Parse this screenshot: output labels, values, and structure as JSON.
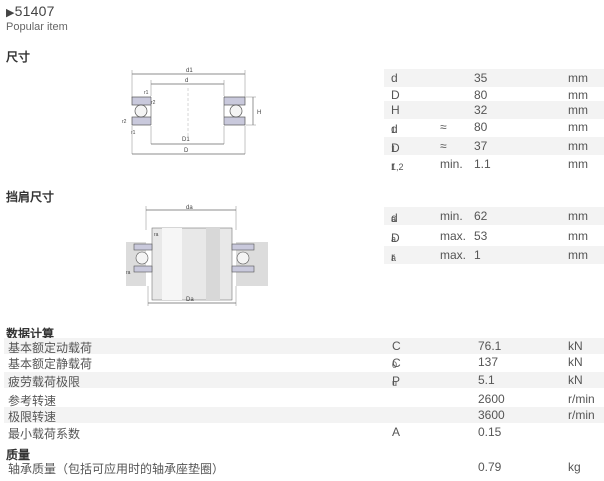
{
  "header": {
    "title": "51407",
    "subtitle": "Popular item"
  },
  "dimensions": {
    "heading": "尺寸",
    "rows": [
      {
        "sym": "d",
        "sub": "",
        "q": "",
        "val": "35",
        "unit": "mm"
      },
      {
        "sym": "D",
        "sub": "",
        "q": "",
        "val": "80",
        "unit": "mm"
      },
      {
        "sym": "H",
        "sub": "",
        "q": "",
        "val": "32",
        "unit": "mm"
      },
      {
        "sym": "d",
        "sub": "1",
        "q": "≈",
        "val": "80",
        "unit": "mm"
      },
      {
        "sym": "D",
        "sub": "1",
        "q": "≈",
        "val": "37",
        "unit": "mm"
      },
      {
        "sym": "r",
        "sub": "1,2",
        "q": "min.",
        "val": "1.1",
        "unit": "mm"
      }
    ],
    "diagram_labels": {
      "d1": "d1",
      "d": "d",
      "r1": "r1",
      "r2": "r2",
      "H": "H",
      "D1": "D1",
      "D": "D"
    }
  },
  "abutment": {
    "heading": "挡肩尺寸",
    "rows": [
      {
        "sym": "d",
        "sub": "a",
        "q": "min.",
        "val": "62",
        "unit": "mm"
      },
      {
        "sym": "D",
        "sub": "a",
        "q": "max.",
        "val": "53",
        "unit": "mm"
      },
      {
        "sym": "r",
        "sub": "a",
        "q": "max.",
        "val": "1",
        "unit": "mm"
      }
    ],
    "diagram_labels": {
      "da": "da",
      "ra": "ra",
      "Da": "Da"
    }
  },
  "calc": {
    "heading": "数据计算",
    "rows": [
      {
        "label": "基本额定动载荷",
        "sym": "C",
        "sub": "",
        "val": "76.1",
        "unit": "kN"
      },
      {
        "label": "基本额定静载荷",
        "sym": "C",
        "sub": "0",
        "val": "137",
        "unit": "kN"
      },
      {
        "label": "疲劳载荷极限",
        "sym": "P",
        "sub": "u",
        "val": "5.1",
        "unit": "kN"
      },
      {
        "label": "参考转速",
        "sym": "",
        "sub": "",
        "val": "2600",
        "unit": "r/min"
      },
      {
        "label": "极限转速",
        "sym": "",
        "sub": "",
        "val": "3600",
        "unit": "r/min"
      },
      {
        "label": "最小载荷系数",
        "sym": "A",
        "sub": "",
        "val": "0.15",
        "unit": ""
      }
    ]
  },
  "mass": {
    "heading": "质量",
    "rows": [
      {
        "label": "轴承质量（包括可应用时的轴承座垫圈）",
        "val": "0.79",
        "unit": "kg"
      }
    ]
  }
}
